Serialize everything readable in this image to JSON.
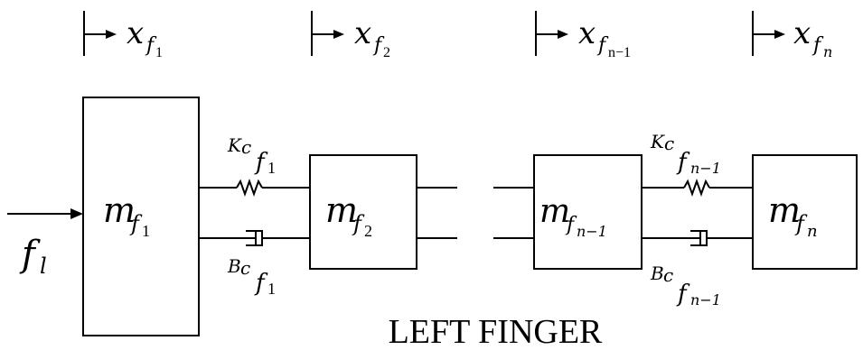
{
  "disp_labels": [
    {
      "var": "x",
      "sub": "f",
      "subsub": "1"
    },
    {
      "var": "x",
      "sub": "f",
      "subsub": "2"
    },
    {
      "var": "x",
      "sub": "f",
      "subsub": "n−1"
    },
    {
      "var": "x",
      "sub": "f",
      "subsub": "n"
    }
  ],
  "masses": [
    {
      "var": "m",
      "sub": "f",
      "subsub": "1"
    },
    {
      "var": "m",
      "sub": "f",
      "subsub": "2"
    },
    {
      "var": "m",
      "sub": "f",
      "subsub": "n−1"
    },
    {
      "var": "m",
      "sub": "f",
      "subsub": "n"
    }
  ],
  "springs": [
    {
      "main": "K",
      "c": "c",
      "sub": "f",
      "subsub": "1"
    },
    {
      "main": "K",
      "c": "c",
      "sub": "f",
      "subsub": "n−1"
    }
  ],
  "dampers": [
    {
      "main": "B",
      "c": "c",
      "sub": "f",
      "subsub": "1"
    },
    {
      "main": "B",
      "c": "c",
      "sub": "f",
      "subsub": "n−1"
    }
  ],
  "force": {
    "var": "f",
    "sub": "l"
  },
  "caption": "LEFT FINGER"
}
